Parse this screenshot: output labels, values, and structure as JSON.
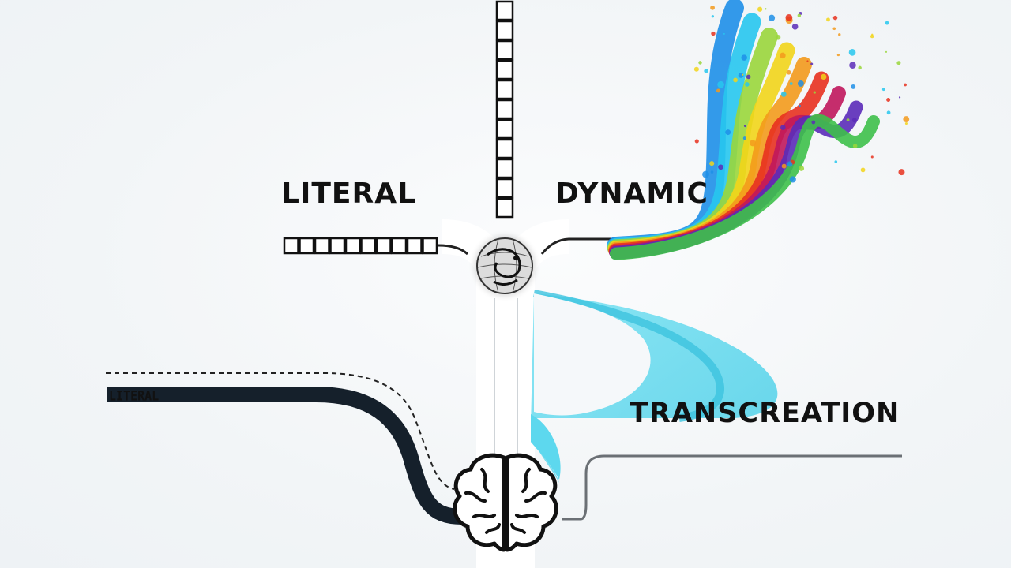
{
  "labels": {
    "literal": "LITERAL",
    "dynamic": "DYNAMIC",
    "transcreation": "TRANSCREATION",
    "small_literal": "LITERAL"
  },
  "colors": {
    "ink": "#111111",
    "track_dark": "#15202b",
    "teal_flow": "#5dd8ee",
    "teal_flow_deep": "#3cc3df",
    "gray_line": "#6b7075"
  },
  "icons": {
    "hub": "globe-icon",
    "brain": "brain-icon"
  }
}
